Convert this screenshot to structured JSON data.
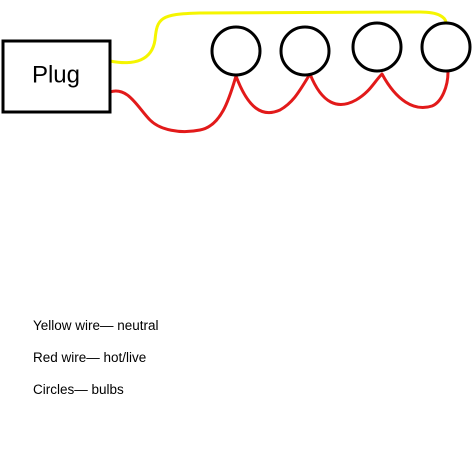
{
  "plug": {
    "label": "Plug"
  },
  "bulbs": [
    {
      "id": "bulb-1"
    },
    {
      "id": "bulb-2"
    },
    {
      "id": "bulb-3"
    },
    {
      "id": "bulb-4"
    }
  ],
  "wires": {
    "neutral_color": "#f5f500",
    "hot_color": "#e21a1a"
  },
  "legend": [
    {
      "text": "Yellow wire— neutral"
    },
    {
      "text": "Red wire— hot/live"
    },
    {
      "text": "Circles— bulbs"
    }
  ]
}
